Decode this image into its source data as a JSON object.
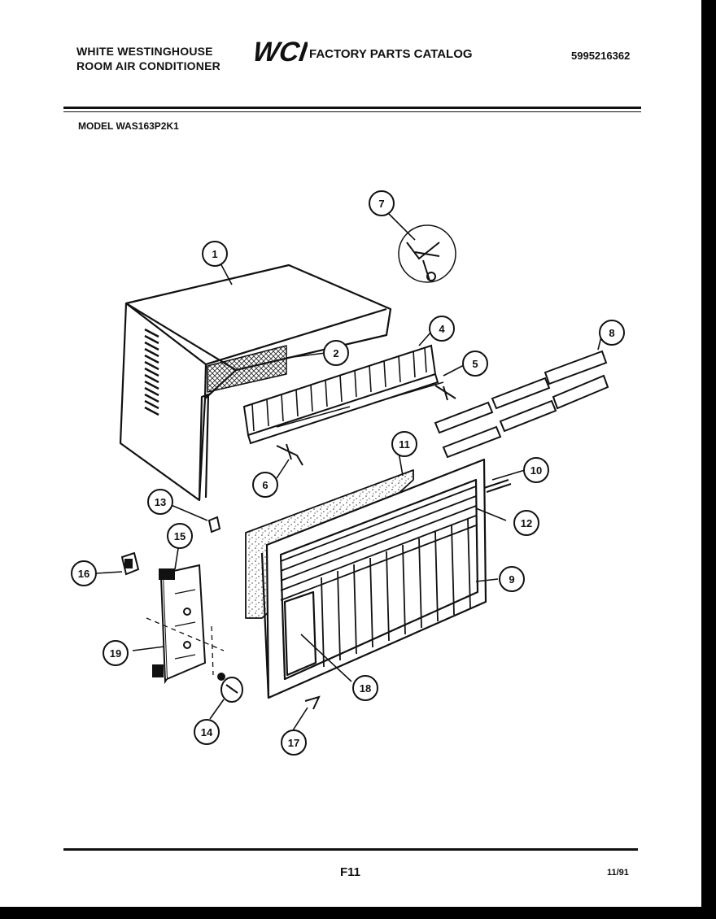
{
  "header": {
    "brand_line1": "WHITE WESTINGHOUSE",
    "brand_line2": "ROOM AIR CONDITIONER",
    "logo_text": "WCI",
    "catalog_title": "FACTORY PARTS CATALOG",
    "part_number": "5995216362"
  },
  "model_label": "MODEL WAS163P2K1",
  "callouts": [
    "1",
    "2",
    "4",
    "5",
    "6",
    "7",
    "8",
    "9",
    "10",
    "11",
    "12",
    "13",
    "14",
    "15",
    "16",
    "17",
    "18",
    "19"
  ],
  "footer": {
    "page_code": "F11",
    "date": "11/91"
  }
}
